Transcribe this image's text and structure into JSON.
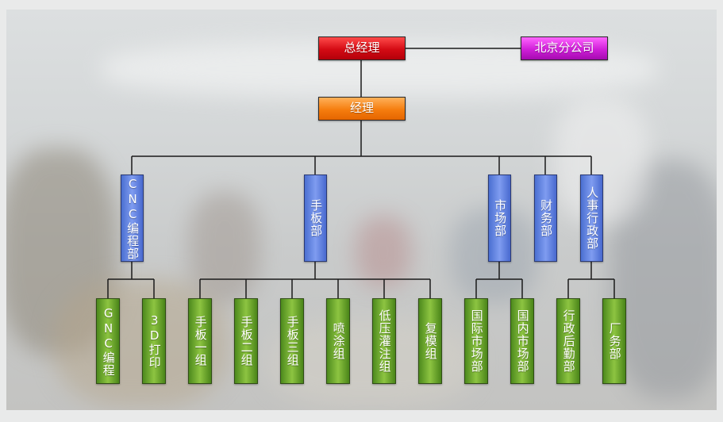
{
  "org": {
    "gm": "总经理",
    "branch": "北京分公司",
    "manager": "经理",
    "departments": {
      "cnc": "CNC编程部",
      "shouban": "手板部",
      "market": "市场部",
      "finance": "财务部",
      "hr": "人事行政部"
    },
    "groups": {
      "cnc_prog": "GNC编程",
      "print3d": "3D打印",
      "sb1": "手板一组",
      "sb2": "手板二组",
      "sb3": "手板三组",
      "spray": "喷涂组",
      "lowpress": "低压灌注组",
      "remold": "复模组",
      "intl_market": "国际市场部",
      "domestic_market": "国内市场部",
      "logistics": "行政后勤部",
      "factory": "厂务部"
    }
  },
  "colors": {
    "top": "#d40b14",
    "branch": "#cf1fd8",
    "manager": "#f57d0e",
    "department": "#6687e6",
    "group": "#76b333"
  }
}
